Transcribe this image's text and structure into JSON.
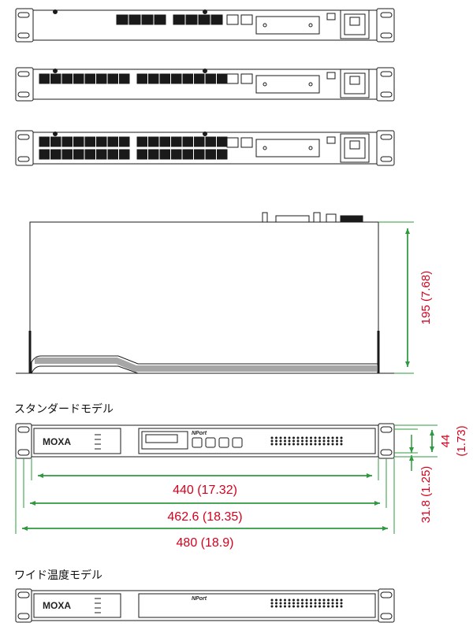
{
  "standard_model": {
    "label": "スタンダードモデル",
    "brand": "MOXA",
    "product": "NPort"
  },
  "wide_temp_model": {
    "label": "ワイド温度モデル",
    "brand": "MOXA",
    "product": "NPort"
  },
  "dimensions": {
    "depth": "195 (7.68)",
    "mount_width": "440 (17.32)",
    "bracket_width": "462.6 (18.35)",
    "overall_width": "480 (18.9)",
    "height": "44",
    "height_in": "(1.73)",
    "hole_spacing": "31.8 (1.25)"
  },
  "colors": {
    "line": "#1a1a1a",
    "dimension_line": "#2e9a3e",
    "dimension_text": "#d6001c"
  }
}
